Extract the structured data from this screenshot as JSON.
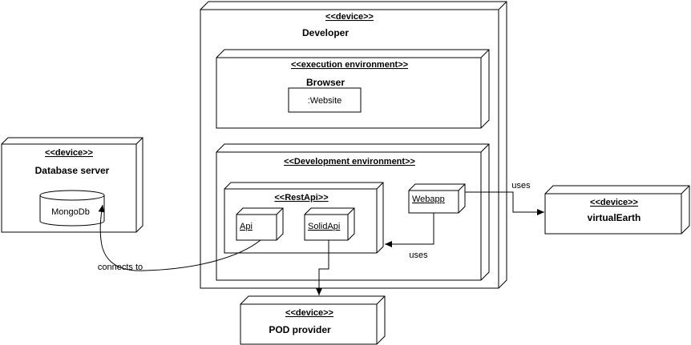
{
  "diagram_type": "UML deployment diagram",
  "nodes": {
    "developer": {
      "stereotype": "<<device>>",
      "name": "Developer"
    },
    "browser_env": {
      "stereotype": "<<execution environment>>",
      "name": "Browser",
      "artifact": ":Website"
    },
    "dev_env": {
      "stereotype": "<<Development environment>>"
    },
    "restapi": {
      "stereotype": "<<RestApi>>",
      "api": "Api",
      "solidapi": "SolidApi"
    },
    "webapp": {
      "name": "Webapp"
    },
    "database_server": {
      "stereotype": "<<device>>",
      "name": "Database server",
      "db": "MongoDb"
    },
    "virtual_earth": {
      "stereotype": "<<device>>",
      "name": "virtualEarth"
    },
    "pod_provider": {
      "stereotype": "<<device>>",
      "name": "POD provider"
    }
  },
  "edges": {
    "connects_to": "connects to",
    "webapp_uses_virtualearth": "uses",
    "webapp_uses_restapi": "uses"
  }
}
